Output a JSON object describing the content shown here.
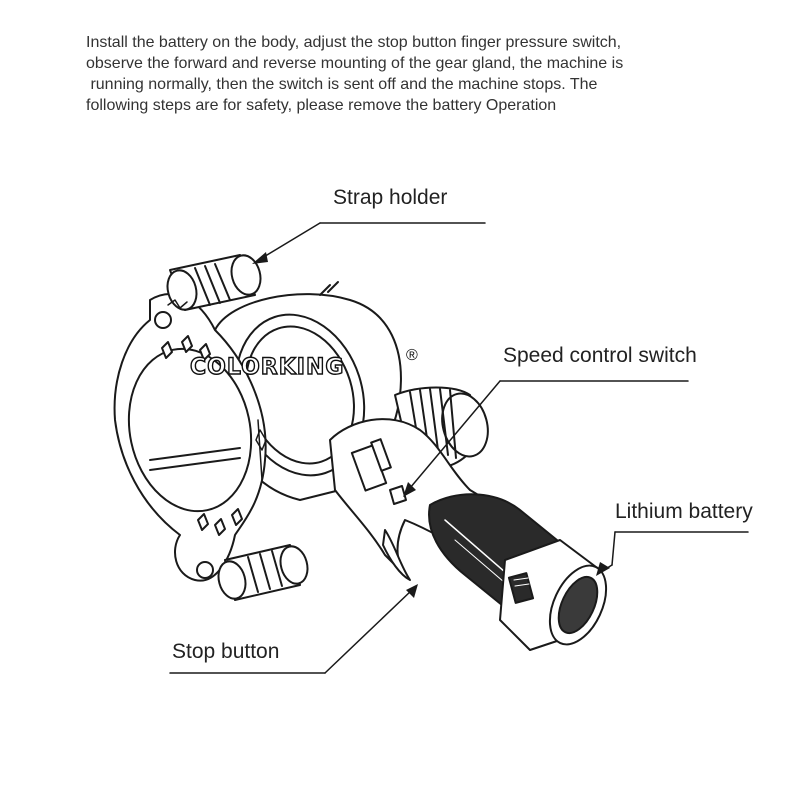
{
  "intro_lines": [
    "Install the battery on the body, adjust the stop button finger pressure switch,",
    "observe the forward and reverse mounting of the gear gland, the machine is",
    " running normally, then the switch is sent off and the machine stops. The",
    "following steps are for safety, please remove the battery Operation"
  ],
  "brand": {
    "name": "COLORKING",
    "mark": "®"
  },
  "labels": {
    "strap_holder": "Strap holder",
    "speed_control_switch": "Speed control switch",
    "lithium_battery": "Lithium battery",
    "stop_button": "Stop button"
  },
  "colors": {
    "line": "#1a1a1a",
    "fill": "#ffffff",
    "grip": "#2a2a2a",
    "text": "#222222"
  }
}
